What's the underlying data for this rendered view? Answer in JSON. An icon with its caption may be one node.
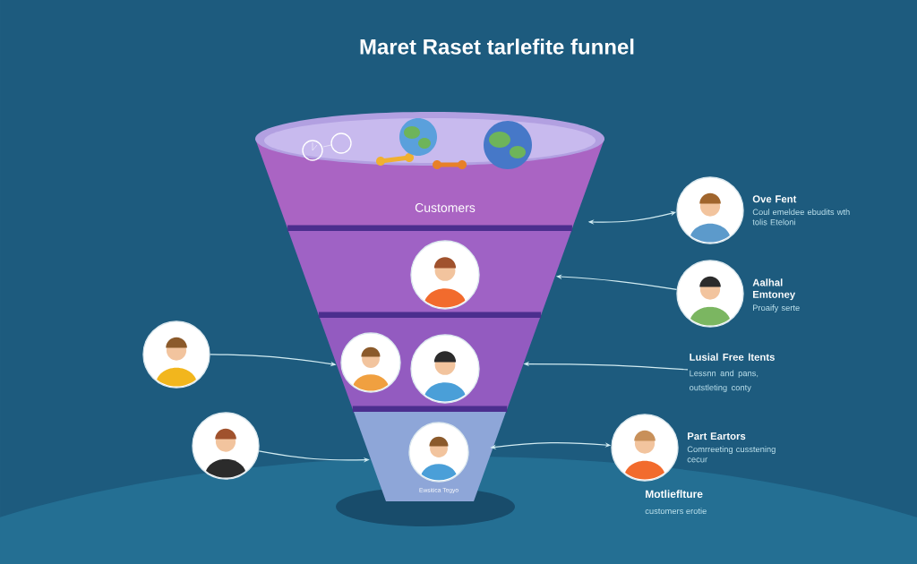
{
  "diagram": {
    "title": "Maret Raset tarlefite funnel",
    "nodes": [
      {
        "text": [
          "Customers"
        ]
      },
      {
        "text": [],
        "shape": "band"
      },
      {
        "text": [],
        "shape": "person",
        "in": 1
      },
      {
        "text": [],
        "shape": "band"
      },
      {
        "text": [],
        "shape": "person",
        "in": 3
      },
      {
        "text": [],
        "shape": "person",
        "in": 3
      },
      {
        "text": [
          "Ewsitica Tegyo"
        ]
      },
      {
        "text": [],
        "shape": "person",
        "in": 6
      },
      {
        "text": [],
        "shape": "person",
        "beside": [
          "Ove Fent",
          "Coul emeldee ebudits wth tolis Eteloni"
        ]
      },
      {
        "text": [],
        "shape": "person",
        "beside": [
          "Aalhal Emtoney",
          "Proaify serte"
        ]
      },
      {
        "text": [
          "Lusial Free ltents",
          "Lessnn and pans, outstleting conty"
        ]
      },
      {
        "text": [],
        "shape": "person",
        "beside": [
          "Part Eartors",
          "Comrreeting cusstening cecur"
        ]
      },
      {
        "text": [],
        "shape": "person"
      },
      {
        "text": [],
        "shape": "person"
      }
    ],
    "edges": [
      {
        "from": 8,
        "to": 0,
        "arrow": "both"
      },
      {
        "from": 9,
        "to": 1,
        "arrow": "to"
      },
      {
        "from": 10,
        "to": 3,
        "arrow": "to"
      },
      {
        "from": 11,
        "to": 6,
        "arrow": "both"
      },
      {
        "from": 12,
        "to": 3,
        "arrow": "to"
      },
      {
        "from": 13,
        "to": 6,
        "arrow": "to"
      }
    ],
    "labels": [
      "Motlieflture",
      "customers erotie"
    ]
  }
}
